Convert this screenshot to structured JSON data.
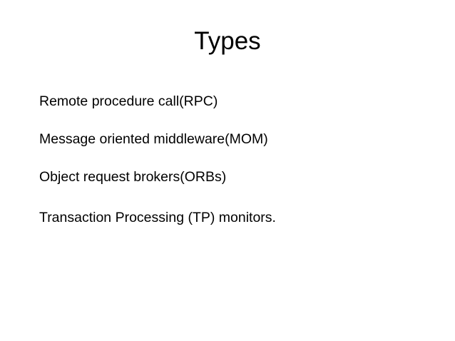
{
  "slide": {
    "title": "Types",
    "background_color": "#ffffff",
    "text_color": "#000000",
    "bullets": [
      {
        "text": "Remote procedure call(RPC)",
        "spacing": "normal"
      },
      {
        "text": "Message oriented middleware(MOM)",
        "spacing": "normal"
      },
      {
        "text": "Object request brokers(ORBs)",
        "spacing": "normal"
      },
      {
        "text": "Transaction Processing (TP) monitors.",
        "spacing": "wide"
      }
    ]
  }
}
